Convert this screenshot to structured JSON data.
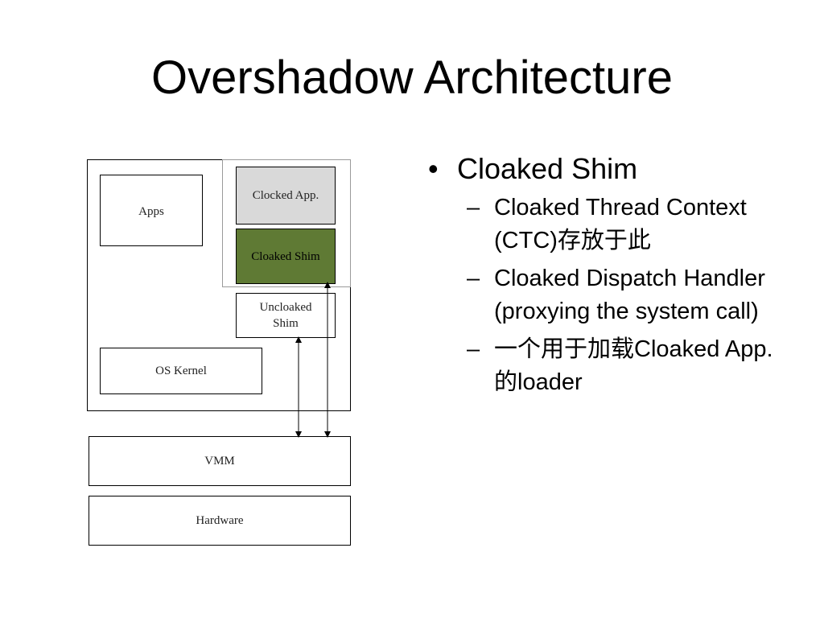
{
  "title": "Overshadow Architecture",
  "diagram": {
    "apps": "Apps",
    "clocked_app": "Clocked App.",
    "cloaked_shim": "Cloaked Shim",
    "uncloaked_shim": "Uncloaked\nShim",
    "os_kernel": "OS Kernel",
    "vmm": "VMM",
    "hardware": "Hardware",
    "colors": {
      "clocked_app_fill": "#d9d9d9",
      "cloaked_shim_fill": "#5f7a34"
    }
  },
  "bullets": {
    "main": "Cloaked Shim",
    "subs": [
      "Cloaked Thread Context (CTC)存放于此",
      "Cloaked Dispatch Handler (proxying the system call)",
      "一个用于加载Cloaked App.的loader"
    ]
  }
}
